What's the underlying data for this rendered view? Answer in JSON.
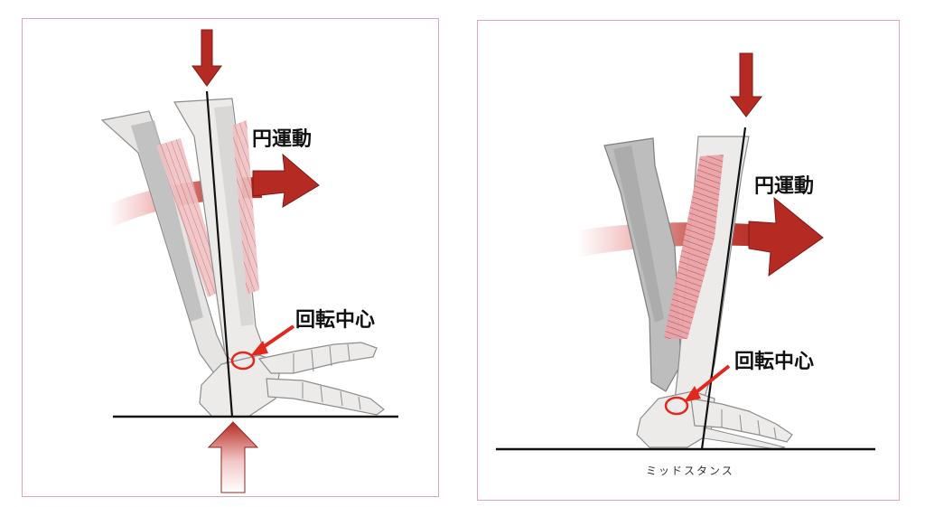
{
  "panels": [
    {
      "motion_label": "円運動",
      "pivot_label": "回転中心"
    },
    {
      "motion_label": "円運動",
      "pivot_label": "回転中心",
      "caption": "ミッドスタンス"
    }
  ],
  "colors": {
    "frame": "#e3a8b4",
    "arrow": "#b52a22",
    "arrow_light": "#f4c8c8",
    "bone": "#ecebea",
    "bone_shade": "#b9b9b9",
    "muscle": "#d9858c",
    "pivot_ring": "#e2281d",
    "line": "#111111"
  }
}
